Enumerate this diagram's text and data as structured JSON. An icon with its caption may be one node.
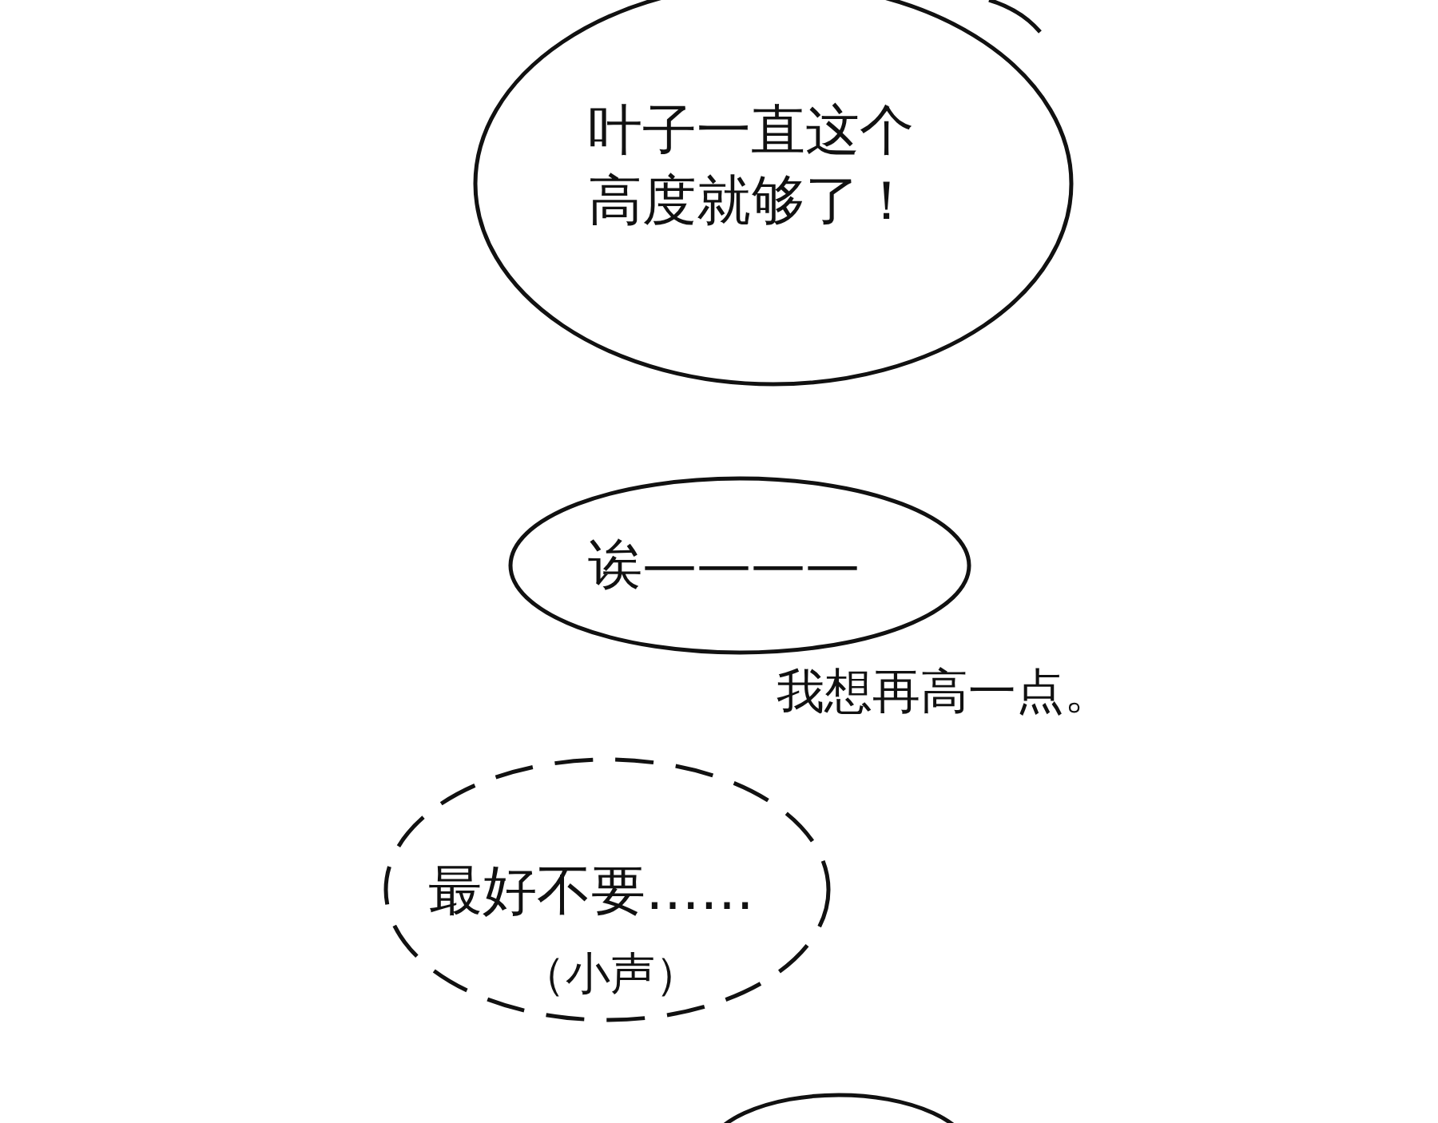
{
  "diagram": {
    "nodes": [
      {
        "text": [
          "叶子一直这个高度就够了！"
        ]
      },
      {
        "text": [
          "诶————"
        ]
      },
      {
        "text": [
          "最好不要……",
          "（小声）"
        ]
      },
      {
        "text": [],
        "shape": "circle"
      }
    ],
    "labels": [
      "我想再高一点。"
    ]
  }
}
